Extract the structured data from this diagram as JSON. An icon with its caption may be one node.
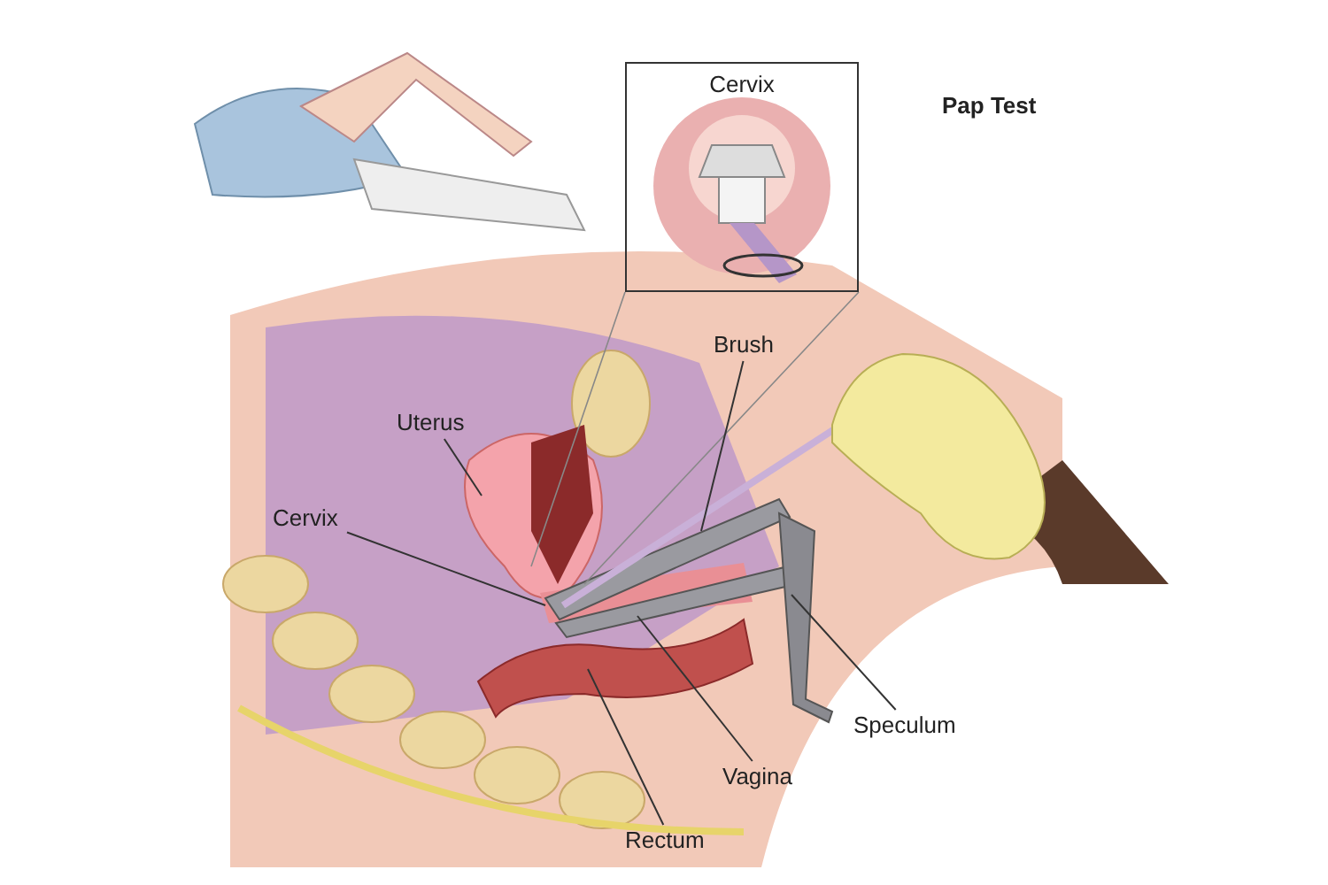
{
  "diagram": {
    "title": "Pap Test",
    "nodes": [
      {
        "text": [
          "Cervix"
        ]
      },
      {
        "text": [
          "Uterus"
        ]
      },
      {
        "text": [
          "Cervix"
        ]
      },
      {
        "text": [
          "Brush"
        ]
      },
      {
        "text": [
          "Speculum"
        ]
      },
      {
        "text": [
          "Vagina"
        ]
      },
      {
        "text": [
          "Rectum"
        ]
      }
    ],
    "edges": [
      {
        "from": 1,
        "to": null,
        "arrow": "none"
      },
      {
        "from": 2,
        "to": null,
        "arrow": "none"
      },
      {
        "from": 3,
        "to": null,
        "arrow": "none"
      },
      {
        "from": 4,
        "to": null,
        "arrow": "none"
      },
      {
        "from": 5,
        "to": null,
        "arrow": "none"
      },
      {
        "from": 6,
        "to": null,
        "arrow": "none"
      }
    ]
  }
}
